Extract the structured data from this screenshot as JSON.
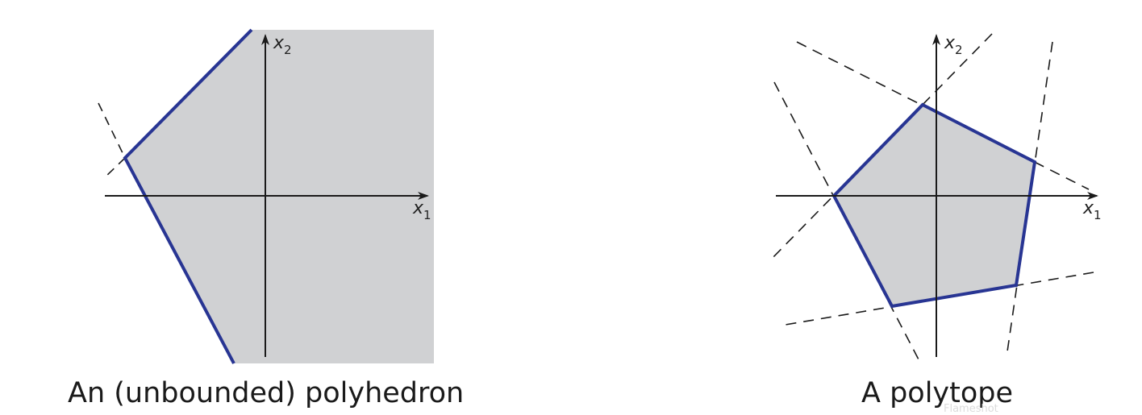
{
  "figure": {
    "left": {
      "caption": "An (unbounded) polyhedron",
      "x_axis_label": "x",
      "x_axis_sub": "1",
      "y_axis_label": "x",
      "y_axis_sub": "2"
    },
    "right": {
      "caption": "A polytope",
      "x_axis_label": "x",
      "x_axis_sub": "1",
      "y_axis_label": "x",
      "y_axis_sub": "2"
    }
  },
  "watermark": "Flameshot",
  "colors": {
    "region_fill": "#d0d1d3",
    "boundary": "#283593",
    "axis": "#1a1a1a",
    "dashed": "#1a1a1a"
  }
}
